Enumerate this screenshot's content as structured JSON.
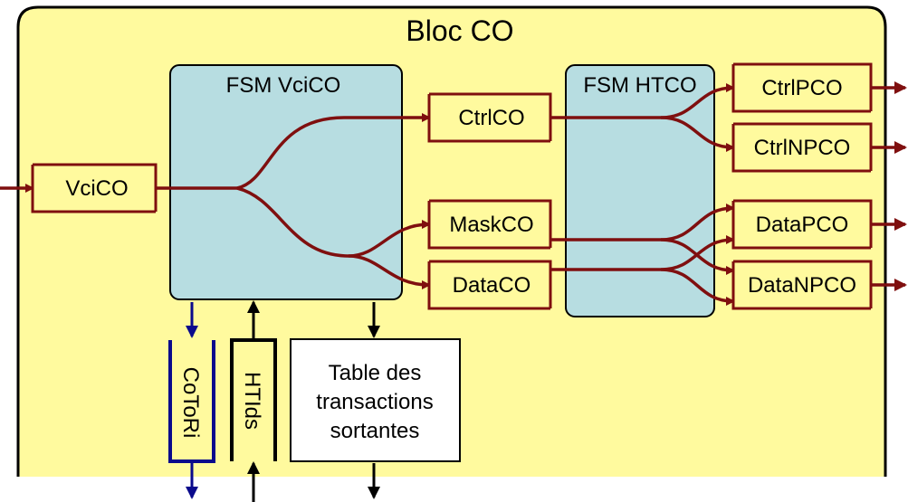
{
  "block": {
    "title": "Bloc CO",
    "fill": "#FFFA9E"
  },
  "fsm_vci": {
    "label": "FSM VciCO",
    "fill": "#B7DDE1"
  },
  "fsm_ht": {
    "label": "FSM HTCO",
    "fill": "#B7DDE1"
  },
  "signals": {
    "vci_in": "VciCO",
    "ctrl_co": "CtrlCO",
    "mask_co": "MaskCO",
    "data_co": "DataCO",
    "ctrl_pco": "CtrlPCO",
    "ctrl_npco": "CtrlNPCO",
    "data_pco": "DataPCO",
    "data_npco": "DataNPCO"
  },
  "bottom": {
    "coto_ri": "CoToRi",
    "htids": "HTIds",
    "table_lines": [
      "Table des",
      "transactions",
      "sortantes"
    ]
  },
  "colors": {
    "wire": "#7F0F0F",
    "blue": "#0A0A8C",
    "black": "#000000"
  }
}
